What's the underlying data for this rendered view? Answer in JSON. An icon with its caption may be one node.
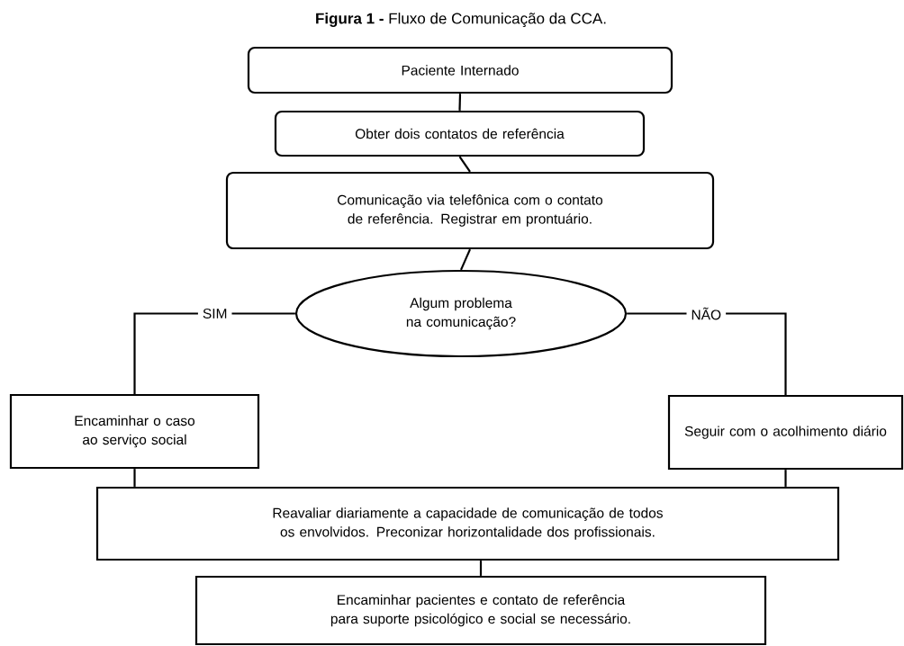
{
  "diagram": {
    "title": "**Figura 1 -** Fluxo de Comunicação da CCA.",
    "nodes": [
      {
        "text": [
          "Paciente Internado"
        ]
      },
      {
        "text": [
          "Obter dois contatos de referência"
        ]
      },
      {
        "text": [
          "Comunicação via telefônica com o contato de referência. Registrar em prontuário."
        ]
      },
      {
        "text": [
          "Algum problema na comunicação?"
        ]
      },
      {
        "text": [
          "Encaminhar o caso ao serviço social"
        ]
      },
      {
        "text": [
          "Seguir com o acolhimento diário"
        ]
      },
      {
        "text": [
          "Reavaliar diariamente a capacidade de comunicação de todos os envolvidos. Preconizar horizontalidade dos profissionais."
        ]
      },
      {
        "text": [
          "Encaminhar pacientes e contato de referência para suporte psicológico e social se necessário."
        ]
      }
    ],
    "edges": [
      {
        "from": 0,
        "to": 1,
        "arrow": "none"
      },
      {
        "from": 1,
        "to": 2,
        "arrow": "none"
      },
      {
        "from": 2,
        "to": 3,
        "arrow": "none"
      },
      {
        "from": 3,
        "to": 4,
        "arrow": "none",
        "label": "SIM"
      },
      {
        "from": 3,
        "to": 5,
        "arrow": "none",
        "label": "NÃO"
      },
      {
        "from": 4,
        "to": 6,
        "arrow": "none"
      },
      {
        "from": 5,
        "to": 6,
        "arrow": "none"
      },
      {
        "from": 6,
        "to": 7,
        "arrow": "none"
      }
    ]
  }
}
